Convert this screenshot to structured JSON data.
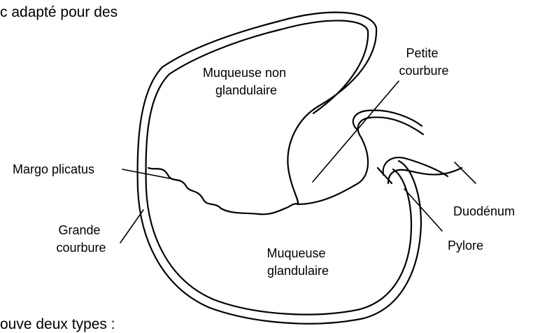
{
  "cropped_text": {
    "top": "c adapté pour des",
    "bottom": "ouve deux types :"
  },
  "labels": {
    "muqueuse_non_glandulaire": [
      "Muqueuse non",
      "glandulaire"
    ],
    "petite_courbure": [
      "Petite",
      "courbure"
    ],
    "margo_plicatus": "Margo plicatus",
    "grande_courbure": [
      "Grande",
      "courbure"
    ],
    "muqueuse_glandulaire": [
      "Muqueuse",
      "glandulaire"
    ],
    "duodenum": "Duodénum",
    "pylore": "Pylore"
  }
}
